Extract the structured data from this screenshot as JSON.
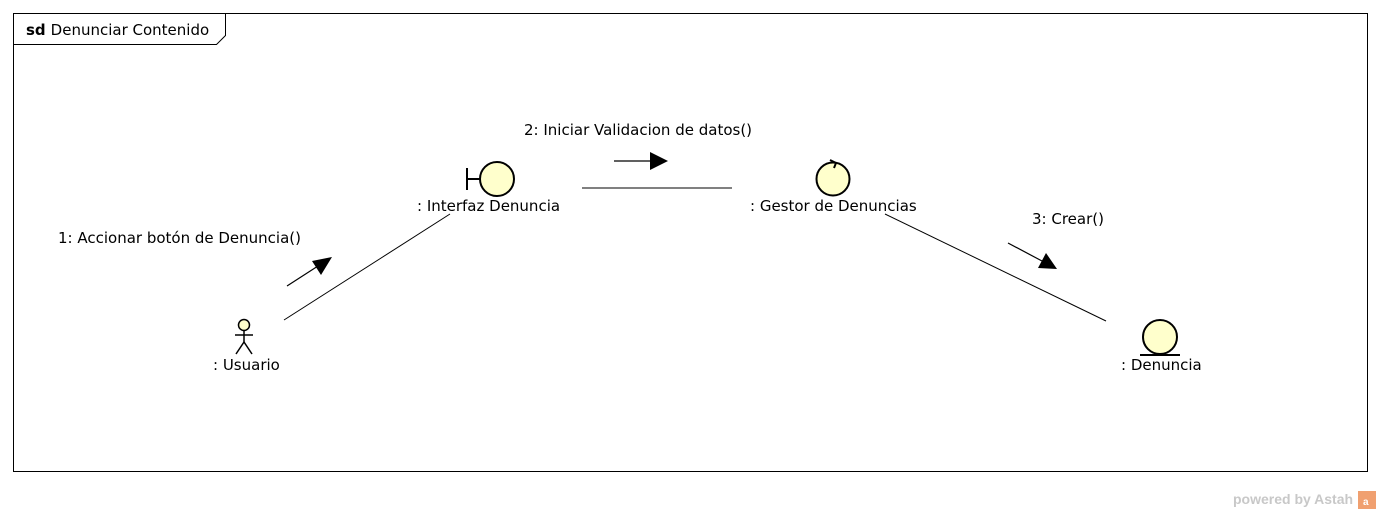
{
  "frame": {
    "keyword": "sd",
    "name": "Denunciar Contenido"
  },
  "objects": {
    "usuario": {
      "label": ": Usuario",
      "kind": "actor"
    },
    "interfaz": {
      "label": ": Interfaz Denuncia",
      "kind": "boundary"
    },
    "gestor": {
      "label": ": Gestor de Denuncias",
      "kind": "control"
    },
    "denuncia": {
      "label": ": Denuncia",
      "kind": "entity"
    }
  },
  "messages": {
    "m1": {
      "label": "1: Accionar botón de Denuncia()"
    },
    "m2": {
      "label": "2: Iniciar Validacion de datos()"
    },
    "m3": {
      "label": "3: Crear()"
    }
  },
  "watermark": {
    "text": "powered by Astah",
    "logo_letter": "a"
  },
  "colors": {
    "fill": "#ffffcc",
    "stroke": "#000000",
    "watermark": "#c8c8c8",
    "watermark_logo": "#f0a070"
  }
}
